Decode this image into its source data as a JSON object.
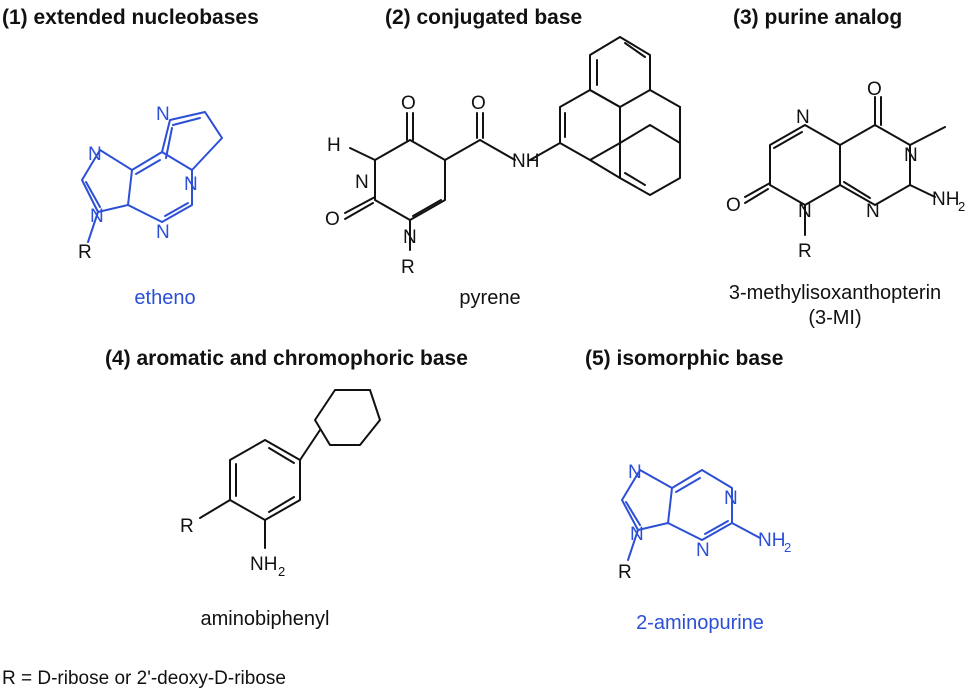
{
  "sections": {
    "s1": "(1) extended nucleobases",
    "s2": "(2) conjugated base",
    "s3": "(3) purine analog",
    "s4": "(4) aromatic and chromophoric base",
    "s5": "(5) isomorphic base"
  },
  "molecules": {
    "etheno": "etheno",
    "pyrene": "pyrene",
    "isoxanthopterin_line1": "3-methylisoxanthopterin",
    "isoxanthopterin_line2": "(3-MI)",
    "aminobiphenyl": "aminobiphenyl",
    "aminopurine": "2-aminopurine"
  },
  "atoms": {
    "N": "N",
    "O": "O",
    "H": "H",
    "R": "R",
    "NH": "NH",
    "NH2": "NH2"
  },
  "footnote": "R = D-ribose or 2'-deoxy-D-ribose",
  "colors": {
    "highlight": "#2c4fd6",
    "text": "#111111"
  }
}
